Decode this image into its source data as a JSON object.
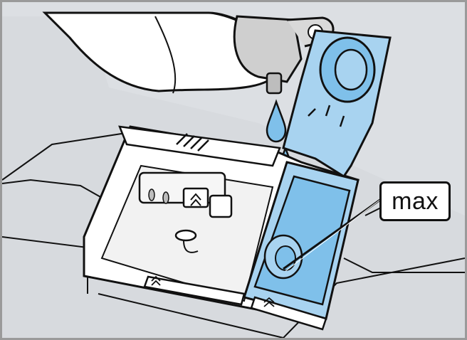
{
  "illustration": {
    "label": "max",
    "colors": {
      "background": "#dcdfe3",
      "rinse_aid_blue": "#a8d3f0",
      "drop_blue": "#7fc0ea",
      "outline": "#111111",
      "dispenser_white": "#ffffff",
      "bottle_grey": "#c9c9c9"
    },
    "icons": [
      "rinse-aid-bottle",
      "detergent-dispenser",
      "rinse-aid-reservoir",
      "rinse-aid-drop",
      "max-level-marker"
    ]
  }
}
